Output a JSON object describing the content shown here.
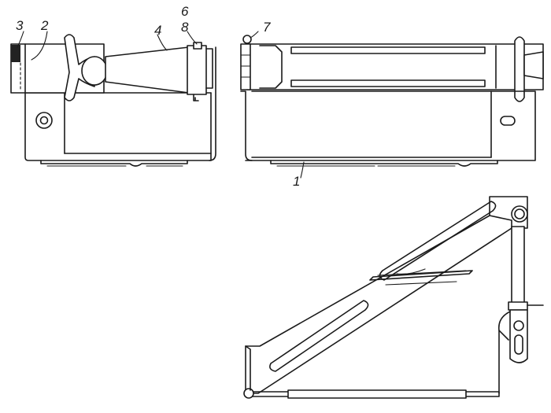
{
  "labels": {
    "l1": "1",
    "l2": "2",
    "l3": "3",
    "l4": "4",
    "l6": "6",
    "l7": "7",
    "l8": "8"
  }
}
